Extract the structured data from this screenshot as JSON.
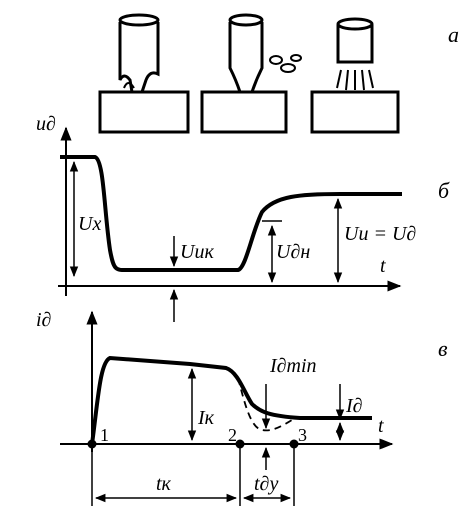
{
  "panel_labels": {
    "a": "а",
    "b": "б",
    "v": "в"
  },
  "graph_b": {
    "y_axis": "u∂",
    "x_axis": "t",
    "ux": "Uх",
    "uik": "Uик",
    "udn": "U∂н",
    "ui_eq": "Uи = U∂"
  },
  "graph_v": {
    "y_axis": "i∂",
    "x_axis": "t",
    "ik": "Iк",
    "idmin": "I∂min",
    "id": "I∂",
    "points": [
      "1",
      "2",
      "3"
    ],
    "tk": "tк",
    "tdy": "t∂у"
  }
}
